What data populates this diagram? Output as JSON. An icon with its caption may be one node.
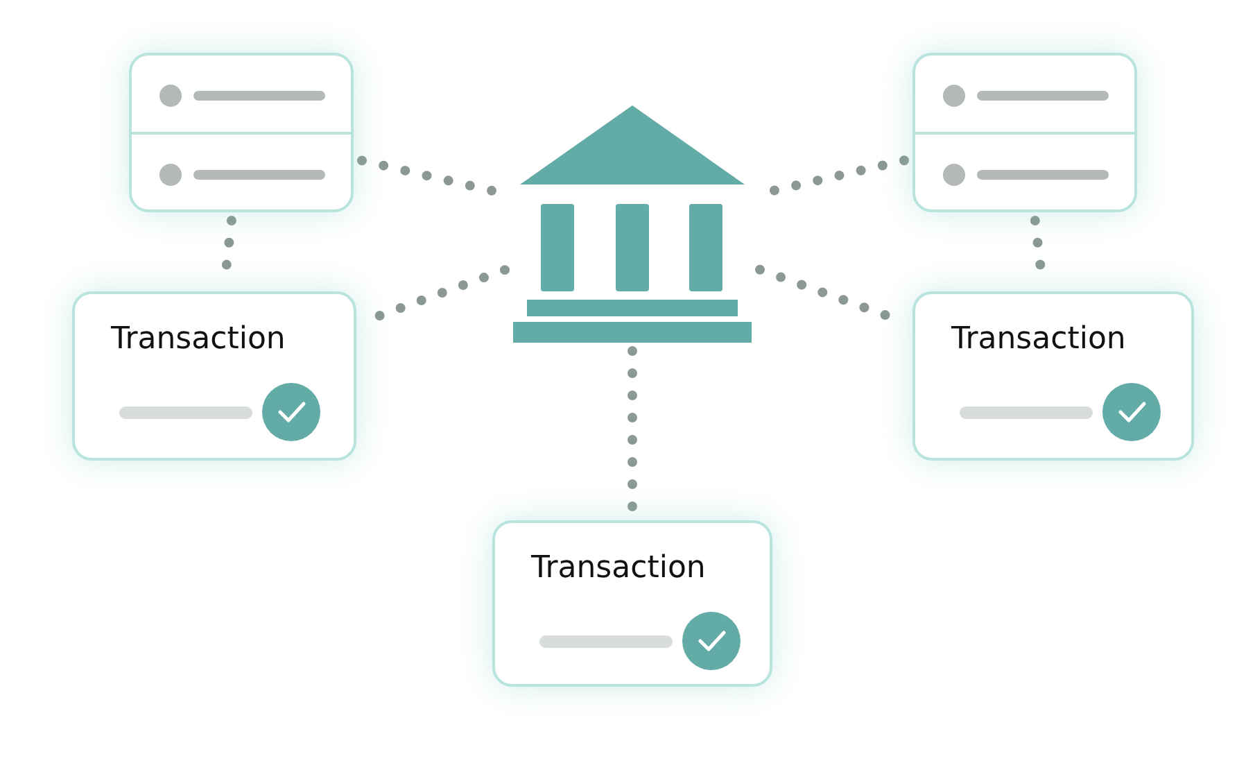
{
  "diagram": {
    "nodes": [
      {
        "text": [],
        "shape": "box"
      },
      {
        "text": [],
        "shape": "box"
      },
      {
        "text": [],
        "shape": "building"
      },
      {
        "text": [
          "Transaction"
        ]
      },
      {
        "text": [
          "Transaction"
        ]
      },
      {
        "text": [
          "Transaction"
        ]
      }
    ],
    "edges": [
      {
        "from": 0,
        "to": 2,
        "arrow": "none",
        "style": "dashed"
      },
      {
        "from": 1,
        "to": 2,
        "arrow": "none",
        "style": "dashed"
      },
      {
        "from": 0,
        "to": 3,
        "arrow": "none",
        "style": "dashed"
      },
      {
        "from": 1,
        "to": 4,
        "arrow": "none",
        "style": "dashed"
      },
      {
        "from": 2,
        "to": 3,
        "arrow": "none",
        "style": "dashed"
      },
      {
        "from": 2,
        "to": 4,
        "arrow": "none",
        "style": "dashed"
      },
      {
        "from": 2,
        "to": 5,
        "arrow": "none",
        "style": "dashed"
      }
    ]
  }
}
